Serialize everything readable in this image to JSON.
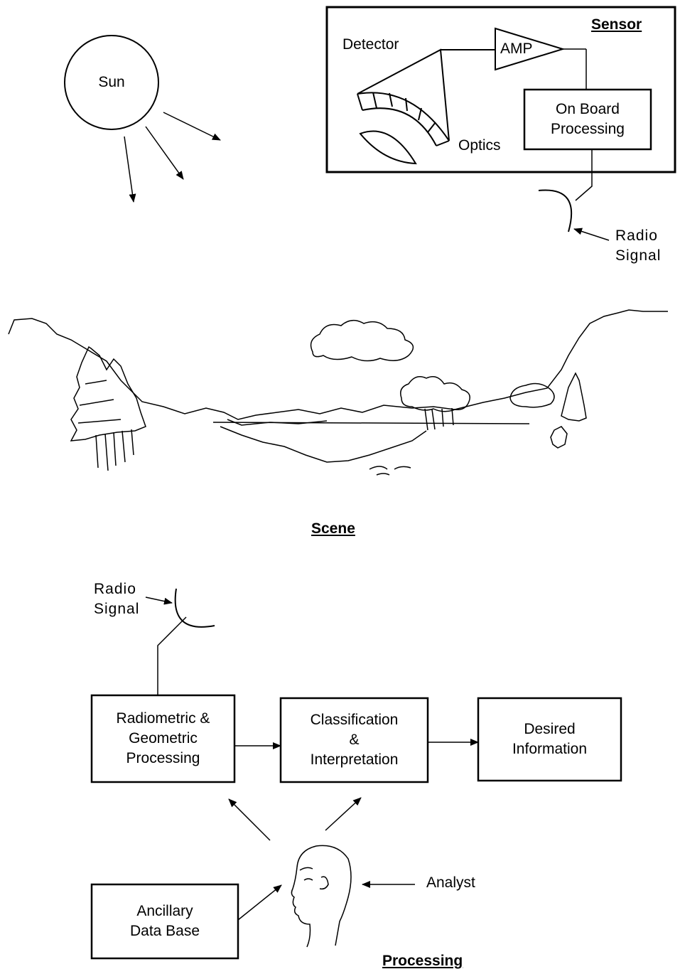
{
  "sensor": {
    "title": "Sensor",
    "detector": "Detector",
    "amp": "AMP",
    "optics": "Optics",
    "on_board": "On Board\nProcessing",
    "radio": "Radio\nSignal"
  },
  "sun": {
    "label": "Sun"
  },
  "scene": {
    "title": "Scene"
  },
  "processing": {
    "title": "Processing",
    "radio": "Radio\nSignal",
    "radiometric": "Radiometric &\nGeometric\nProcessing",
    "classification": "Classification\n&\nInterpretation",
    "desired": "Desired\nInformation",
    "ancillary": "Ancillary\nData Base",
    "analyst": "Analyst"
  }
}
